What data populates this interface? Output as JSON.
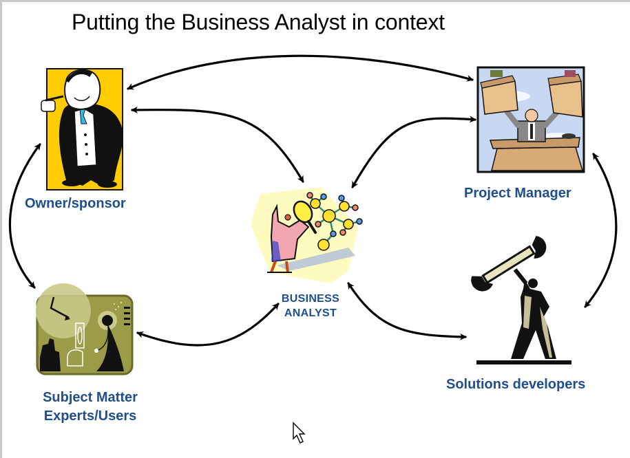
{
  "title": "Putting the Business Analyst in context",
  "colors": {
    "label_blue": "#1f4e8c",
    "arrow": "#000000",
    "owner_bg": "#ffcc00",
    "pm_sky": "#c9d8f2",
    "sme_bg": "#9c9c48",
    "ba_bg": "#fdfbc0"
  },
  "nodes": {
    "owner": {
      "label": "Owner/sponsor",
      "icon": "businessman-cigar-icon"
    },
    "project_manager": {
      "label": "Project Manager",
      "icon": "juggling-boxes-manager-icon"
    },
    "business_analyst": {
      "label_line1": "BUSINESS",
      "label_line2": "ANALYST",
      "icon": "scientist-magnifier-molecule-icon"
    },
    "sme": {
      "label_line1": "Subject Matter",
      "label_line2": "Experts/Users",
      "icon": "observatory-icon"
    },
    "developers": {
      "label": "Solutions developers",
      "icon": "worker-wrench-icon"
    }
  },
  "connections": [
    {
      "from": "owner",
      "to": "project_manager",
      "bidirectional": true
    },
    {
      "from": "owner",
      "to": "business_analyst",
      "bidirectional": true
    },
    {
      "from": "project_manager",
      "to": "business_analyst",
      "bidirectional": true
    },
    {
      "from": "owner",
      "to": "sme",
      "bidirectional": true
    },
    {
      "from": "project_manager",
      "to": "developers",
      "bidirectional": true
    },
    {
      "from": "sme",
      "to": "business_analyst",
      "bidirectional": true
    },
    {
      "from": "developers",
      "to": "business_analyst",
      "bidirectional": true
    }
  ],
  "cursor": {
    "icon": "mouse-pointer-icon"
  }
}
